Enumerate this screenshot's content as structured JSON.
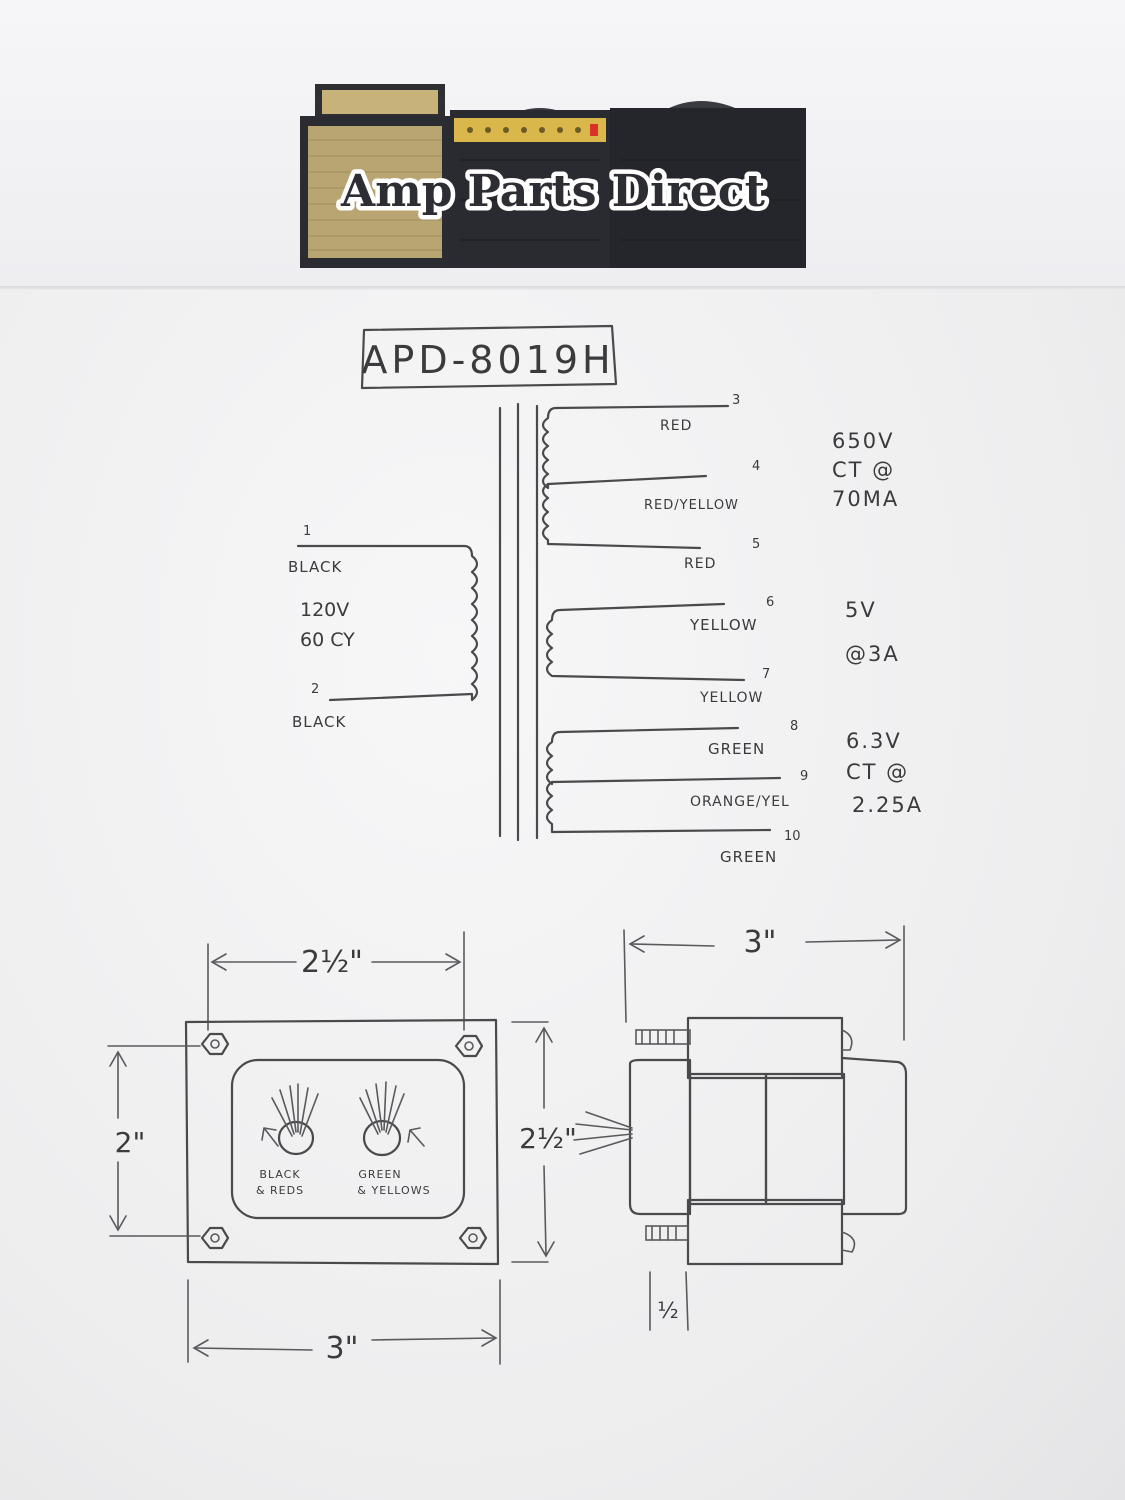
{
  "logo": {
    "text": "Amp Parts Direct"
  },
  "part_number": "APD-8019H",
  "primary": {
    "pin_top": "1",
    "wire_top": "BLACK",
    "voltage": "120V",
    "frequency": "60 CY",
    "pin_bottom": "2",
    "wire_bottom": "BLACK"
  },
  "secondaries": [
    {
      "pins": [
        "3",
        "4",
        "5"
      ],
      "wires": [
        "RED",
        "RED/YELLOW",
        "RED"
      ],
      "rating": [
        "650V",
        "CT @",
        "70MA"
      ]
    },
    {
      "pins": [
        "6",
        "7"
      ],
      "wires": [
        "YELLOW",
        "YELLOW"
      ],
      "rating": [
        "5V",
        "@3A"
      ]
    },
    {
      "pins": [
        "8",
        "9",
        "10"
      ],
      "wires": [
        "GREEN",
        "ORANGE/YEL",
        "GREEN"
      ],
      "rating": [
        "6.3V",
        "CT @",
        "2.25A"
      ]
    }
  ],
  "front_view": {
    "top_dim": "2½\"",
    "left_dim": "2\"",
    "right_dim": "2½\"",
    "bottom_dim": "3\"",
    "lead_label_left": [
      "BLACK",
      "& REDS"
    ],
    "lead_label_right": [
      "GREEN",
      "& YELLOWS"
    ]
  },
  "side_view": {
    "top_dim": "3\"",
    "bottom_dim": "½"
  }
}
